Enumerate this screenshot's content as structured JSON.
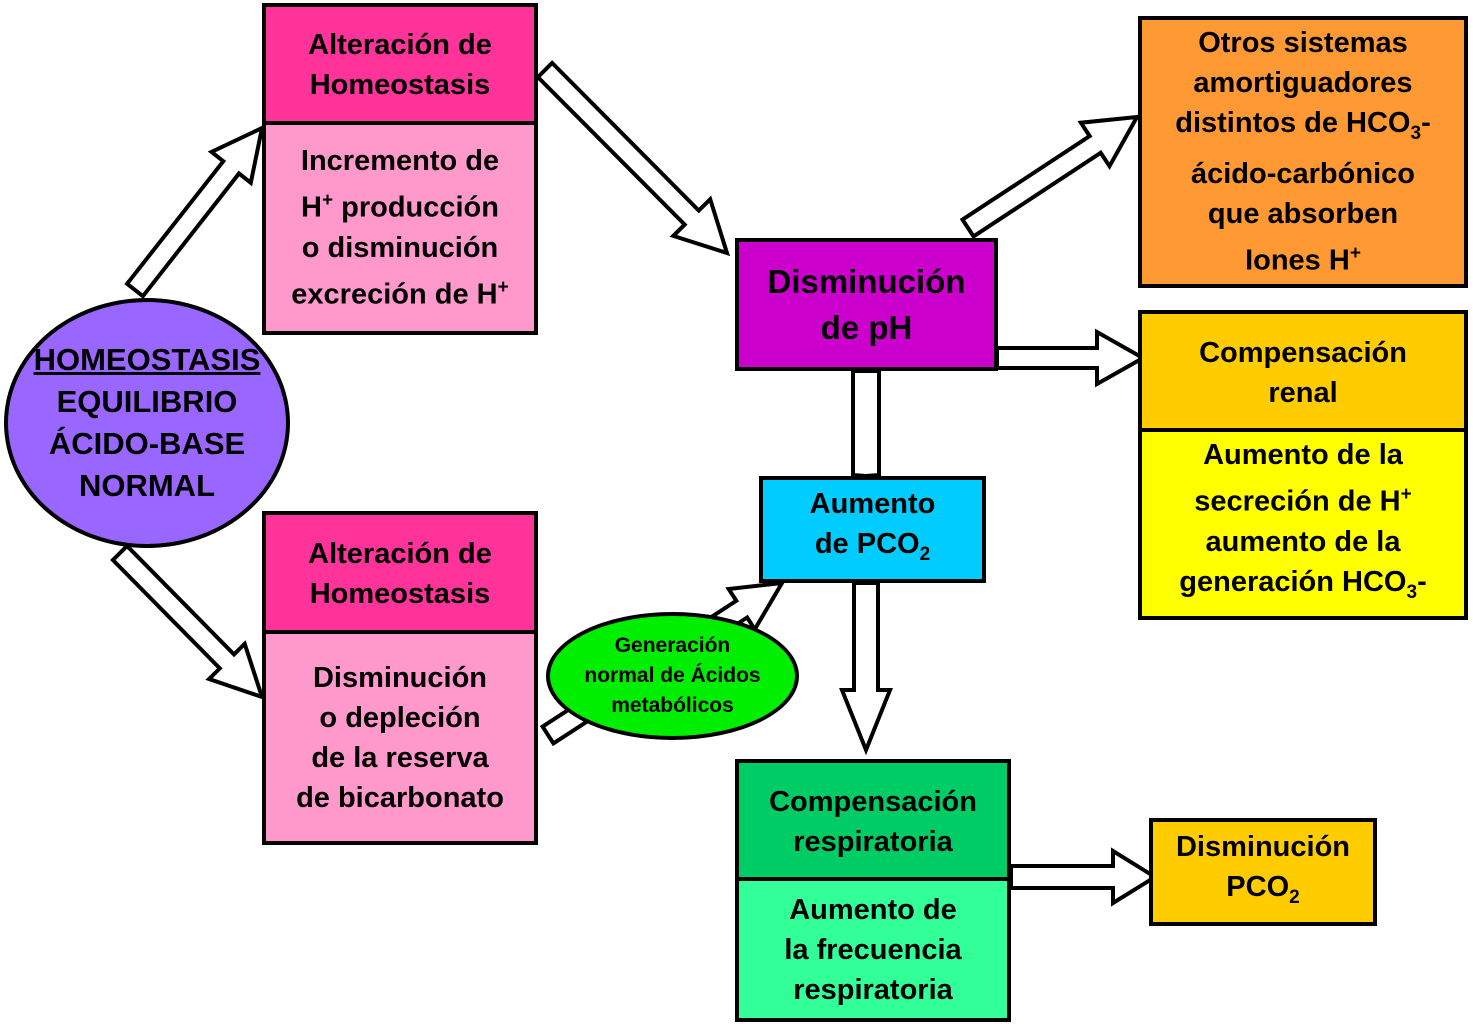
{
  "colors": {
    "header_pink": "#ff3399",
    "light_pink": "#ff99cc",
    "magenta": "#cc00cc",
    "cyan": "#00ccff",
    "orange": "#ff9933",
    "gold": "#ffcc00",
    "yellow": "#ffff00",
    "green_dark": "#00cc66",
    "green_light": "#33ff99",
    "green_bright": "#00ee00",
    "purple": "#9966ff"
  },
  "homeostasis": {
    "title": "HOMEOSTASIS",
    "line2": "EQUILIBRIO",
    "line3": "ÁCIDO-BASE",
    "line4": "NORMAL"
  },
  "alteration_top": {
    "header": "Alteración de\nHomeostasis",
    "line1": "Incremento de",
    "line2_pre": "H",
    "line2_sup": "+",
    "line2_post": " producción",
    "line3": "o disminución",
    "line4_pre": "excreción de H",
    "line4_sup": "+"
  },
  "alteration_bottom": {
    "header": "Alteración de\nHomeostasis",
    "body": "Disminución\no depleción\nde la reserva\nde bicarbonato"
  },
  "metabolic": {
    "text": "Generación\nnormal de Ácidos\nmetabólicos"
  },
  "ph_box": {
    "text": "Disminución\nde pH"
  },
  "pco2_up": {
    "line1": "Aumento",
    "line2_pre": "de PCO",
    "line2_sub": "2"
  },
  "other_buffers": {
    "line1": "Otros sistemas",
    "line2": "amortiguadores",
    "line3_pre": "distintos de HCO",
    "line3_sub": "3",
    "line3_post": "-",
    "line4": "ácido-carbónico",
    "line5": "que absorben",
    "line6_pre": "Iones H",
    "line6_sup": "+"
  },
  "renal": {
    "header": "Compensación\nrenal",
    "line1": "Aumento de la",
    "line2_pre": "secreción de H",
    "line2_sup": "+",
    "line3": "aumento de la",
    "line4_pre": "generación HCO",
    "line4_sub": "3",
    "line4_post": "-"
  },
  "respiratory": {
    "header": "Compensación\nrespiratoria",
    "body": "Aumento de\nla frecuencia\nrespiratoria"
  },
  "pco2_down": {
    "line1": "Disminución",
    "line2_pre": "PCO",
    "line2_sub": "2"
  }
}
